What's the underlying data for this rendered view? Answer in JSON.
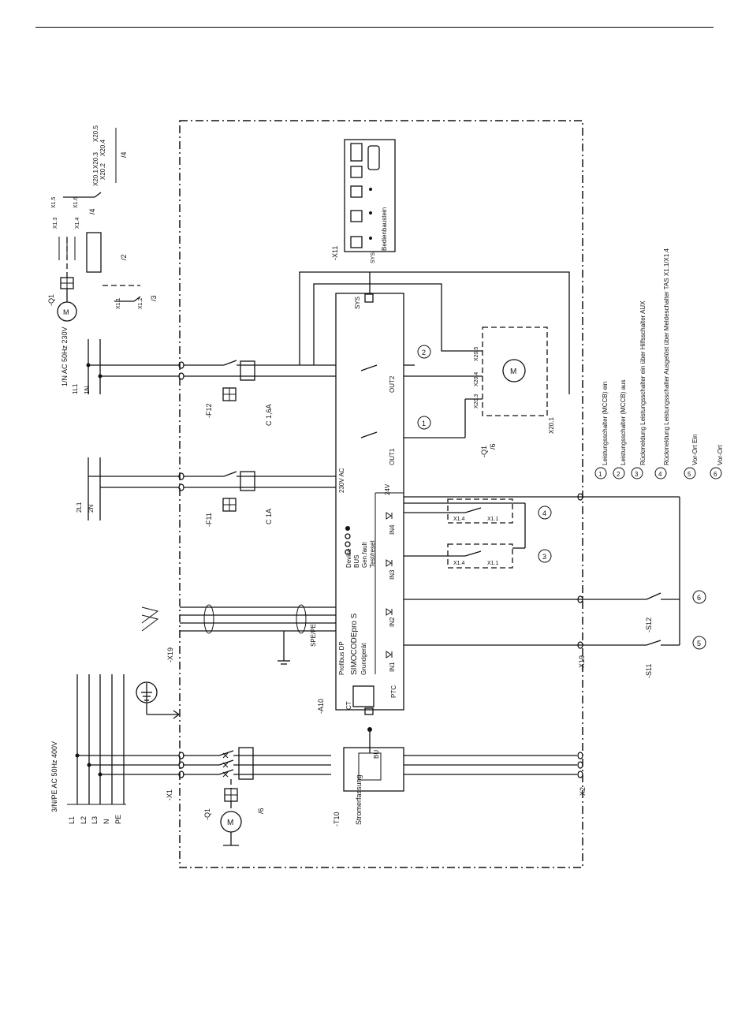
{
  "labels": {
    "device": "Device",
    "bus": "BUS",
    "gen_fault": "Gen.fault",
    "test_reset": "Test/reset",
    "module_name": "SIMOCODEpro S",
    "module_sub": "Grundgerät",
    "profibus": "Profibus DP",
    "spe_pe": "SPE/PE",
    "supply_voltage": "230V AC",
    "sys": "SYS",
    "ct": "CT",
    "ptc": "PTC",
    "bu": "BU",
    "bedienbaustein": "Bedienbaustein",
    "stromerfassung": "Stromerfassung",
    "m": "M",
    "a10": "-A10",
    "x11": "-X11",
    "x19": "-X19",
    "x1": "-X1",
    "x2": "-X2",
    "t10": "-T10",
    "q1": "-Q1",
    "f11": "-F11",
    "f12": "-F12",
    "s11": "-S11",
    "s12": "-S12",
    "c1a": "C 1A",
    "c16a": "C 1,6A",
    "supply_main": "3/N/PE AC 50Hz 400V",
    "supply_ctrl": "1/N AC 50Hz 230V",
    "net_l1": "L1",
    "net_l2": "L2",
    "net_l3": "L3",
    "net_n": "N",
    "net_pe": "PE",
    "net_2l1": "2L1",
    "net_2n": "2N",
    "net_1l1": "1L1",
    "net_1n": "1N",
    "q1_ref": "/6",
    "x20_1": "X20.1",
    "x20_2": "X20.2",
    "x20_3": "X20.3",
    "x20_4": "X20.4",
    "x20_5": "X20.5",
    "ref_4": "/4",
    "ref_2": "/2",
    "ref_3": "/3",
    "out1": "OUT1",
    "out2": "OUT2",
    "in1": "IN1",
    "in2": "IN2",
    "in3": "IN3",
    "in4": "IN4",
    "plus24v": "24V",
    "x11_term": "X1.1",
    "x12_term": "X1.2",
    "x13_term": "X1.3",
    "x14_term": "X1.4",
    "x15_term": "X1.5",
    "x16_term": "X1.6"
  },
  "legend": [
    {
      "num": "1",
      "text": "Leistungsschalter (MCCB) ein"
    },
    {
      "num": "2",
      "text": "Leistungsschalter (MCCB) aus"
    },
    {
      "num": "3",
      "text": "Rückmeldung Leistungsschalter ein über Hilfsschalter AUX"
    },
    {
      "num": "4",
      "text": "Rückmeldung Leistungsschalter Ausgelöst über Meldeschalter TAS X1.1/X1.4"
    },
    {
      "num": "5",
      "text": "Vor-Ort Ein"
    },
    {
      "num": "6",
      "text": "Vor-Ort"
    }
  ]
}
